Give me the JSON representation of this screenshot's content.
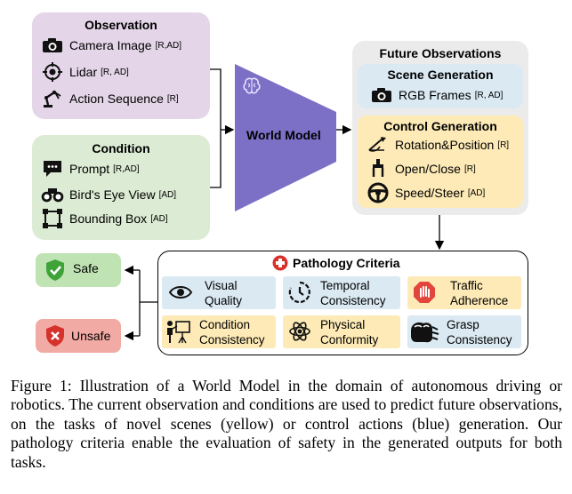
{
  "observation": {
    "title": "Observation",
    "items": [
      {
        "label": "Camera Image",
        "tag": "[R,AD]",
        "icon": "camera-icon"
      },
      {
        "label": "Lidar",
        "tag": "[R, AD]",
        "icon": "lidar-icon"
      },
      {
        "label": "Action Sequence",
        "tag": "[R]",
        "icon": "robot-arm-icon"
      }
    ]
  },
  "condition": {
    "title": "Condition",
    "items": [
      {
        "label": "Prompt",
        "tag": "[R,AD]",
        "icon": "chat-bubble-icon"
      },
      {
        "label": "Bird's Eye View",
        "tag": "[AD]",
        "icon": "binoculars-icon"
      },
      {
        "label": "Bounding Box",
        "tag": "[AD]",
        "icon": "bounding-box-icon"
      }
    ]
  },
  "world_model": {
    "label": "World Model",
    "icon": "brain-icon"
  },
  "future": {
    "title": "Future Observations",
    "scene": {
      "title": "Scene Generation",
      "items": [
        {
          "label": "RGB Frames",
          "tag": "[R, AD]",
          "icon": "camera-icon"
        }
      ]
    },
    "control": {
      "title": "Control Generation",
      "items": [
        {
          "label": "Rotation&Position",
          "tag": "[R]",
          "icon": "rotation-icon"
        },
        {
          "label": "Open/Close",
          "tag": "[R]",
          "icon": "gripper-icon"
        },
        {
          "label": "Speed/Steer",
          "tag": "[AD]",
          "icon": "steering-wheel-icon"
        }
      ]
    }
  },
  "pathology": {
    "title": "Pathology Criteria",
    "criteria": [
      {
        "line1": "Visual",
        "line2": "Quality",
        "icon": "eye-icon"
      },
      {
        "line1": "Temporal",
        "line2": "Consistency",
        "icon": "clock-icon"
      },
      {
        "line1": "Traffic",
        "line2": "Adherence",
        "icon": "stop-hand-icon"
      },
      {
        "line1": "Condition",
        "line2": "Consistency",
        "icon": "presenter-icon"
      },
      {
        "line1": "Physical",
        "line2": "Conformity",
        "icon": "atom-icon"
      },
      {
        "line1": "Grasp",
        "line2": "Consistency",
        "icon": "grasp-icon"
      }
    ]
  },
  "outcomes": {
    "safe": "Safe",
    "unsafe": "Unsafe"
  },
  "caption": "Figure 1: Illustration of a World Model in the domain of autonomous driving or robotics. The current observation and conditions are used to predict future observations, on the tasks of novel scenes (yellow) or control actions (blue) generation. Our pathology criteria enable the evaluation of safety in the generated outputs for both tasks.",
  "colors": {
    "observation_bg": "#e4d6e8",
    "condition_bg": "#dcebd3",
    "future_bg": "#ebebeb",
    "scene_bg": "#dbe9f3",
    "control_bg": "#fdeab6",
    "world_model": "#7c6fc6",
    "safe_bg": "#bfe3b3",
    "unsafe_bg": "#f2aaa4"
  }
}
